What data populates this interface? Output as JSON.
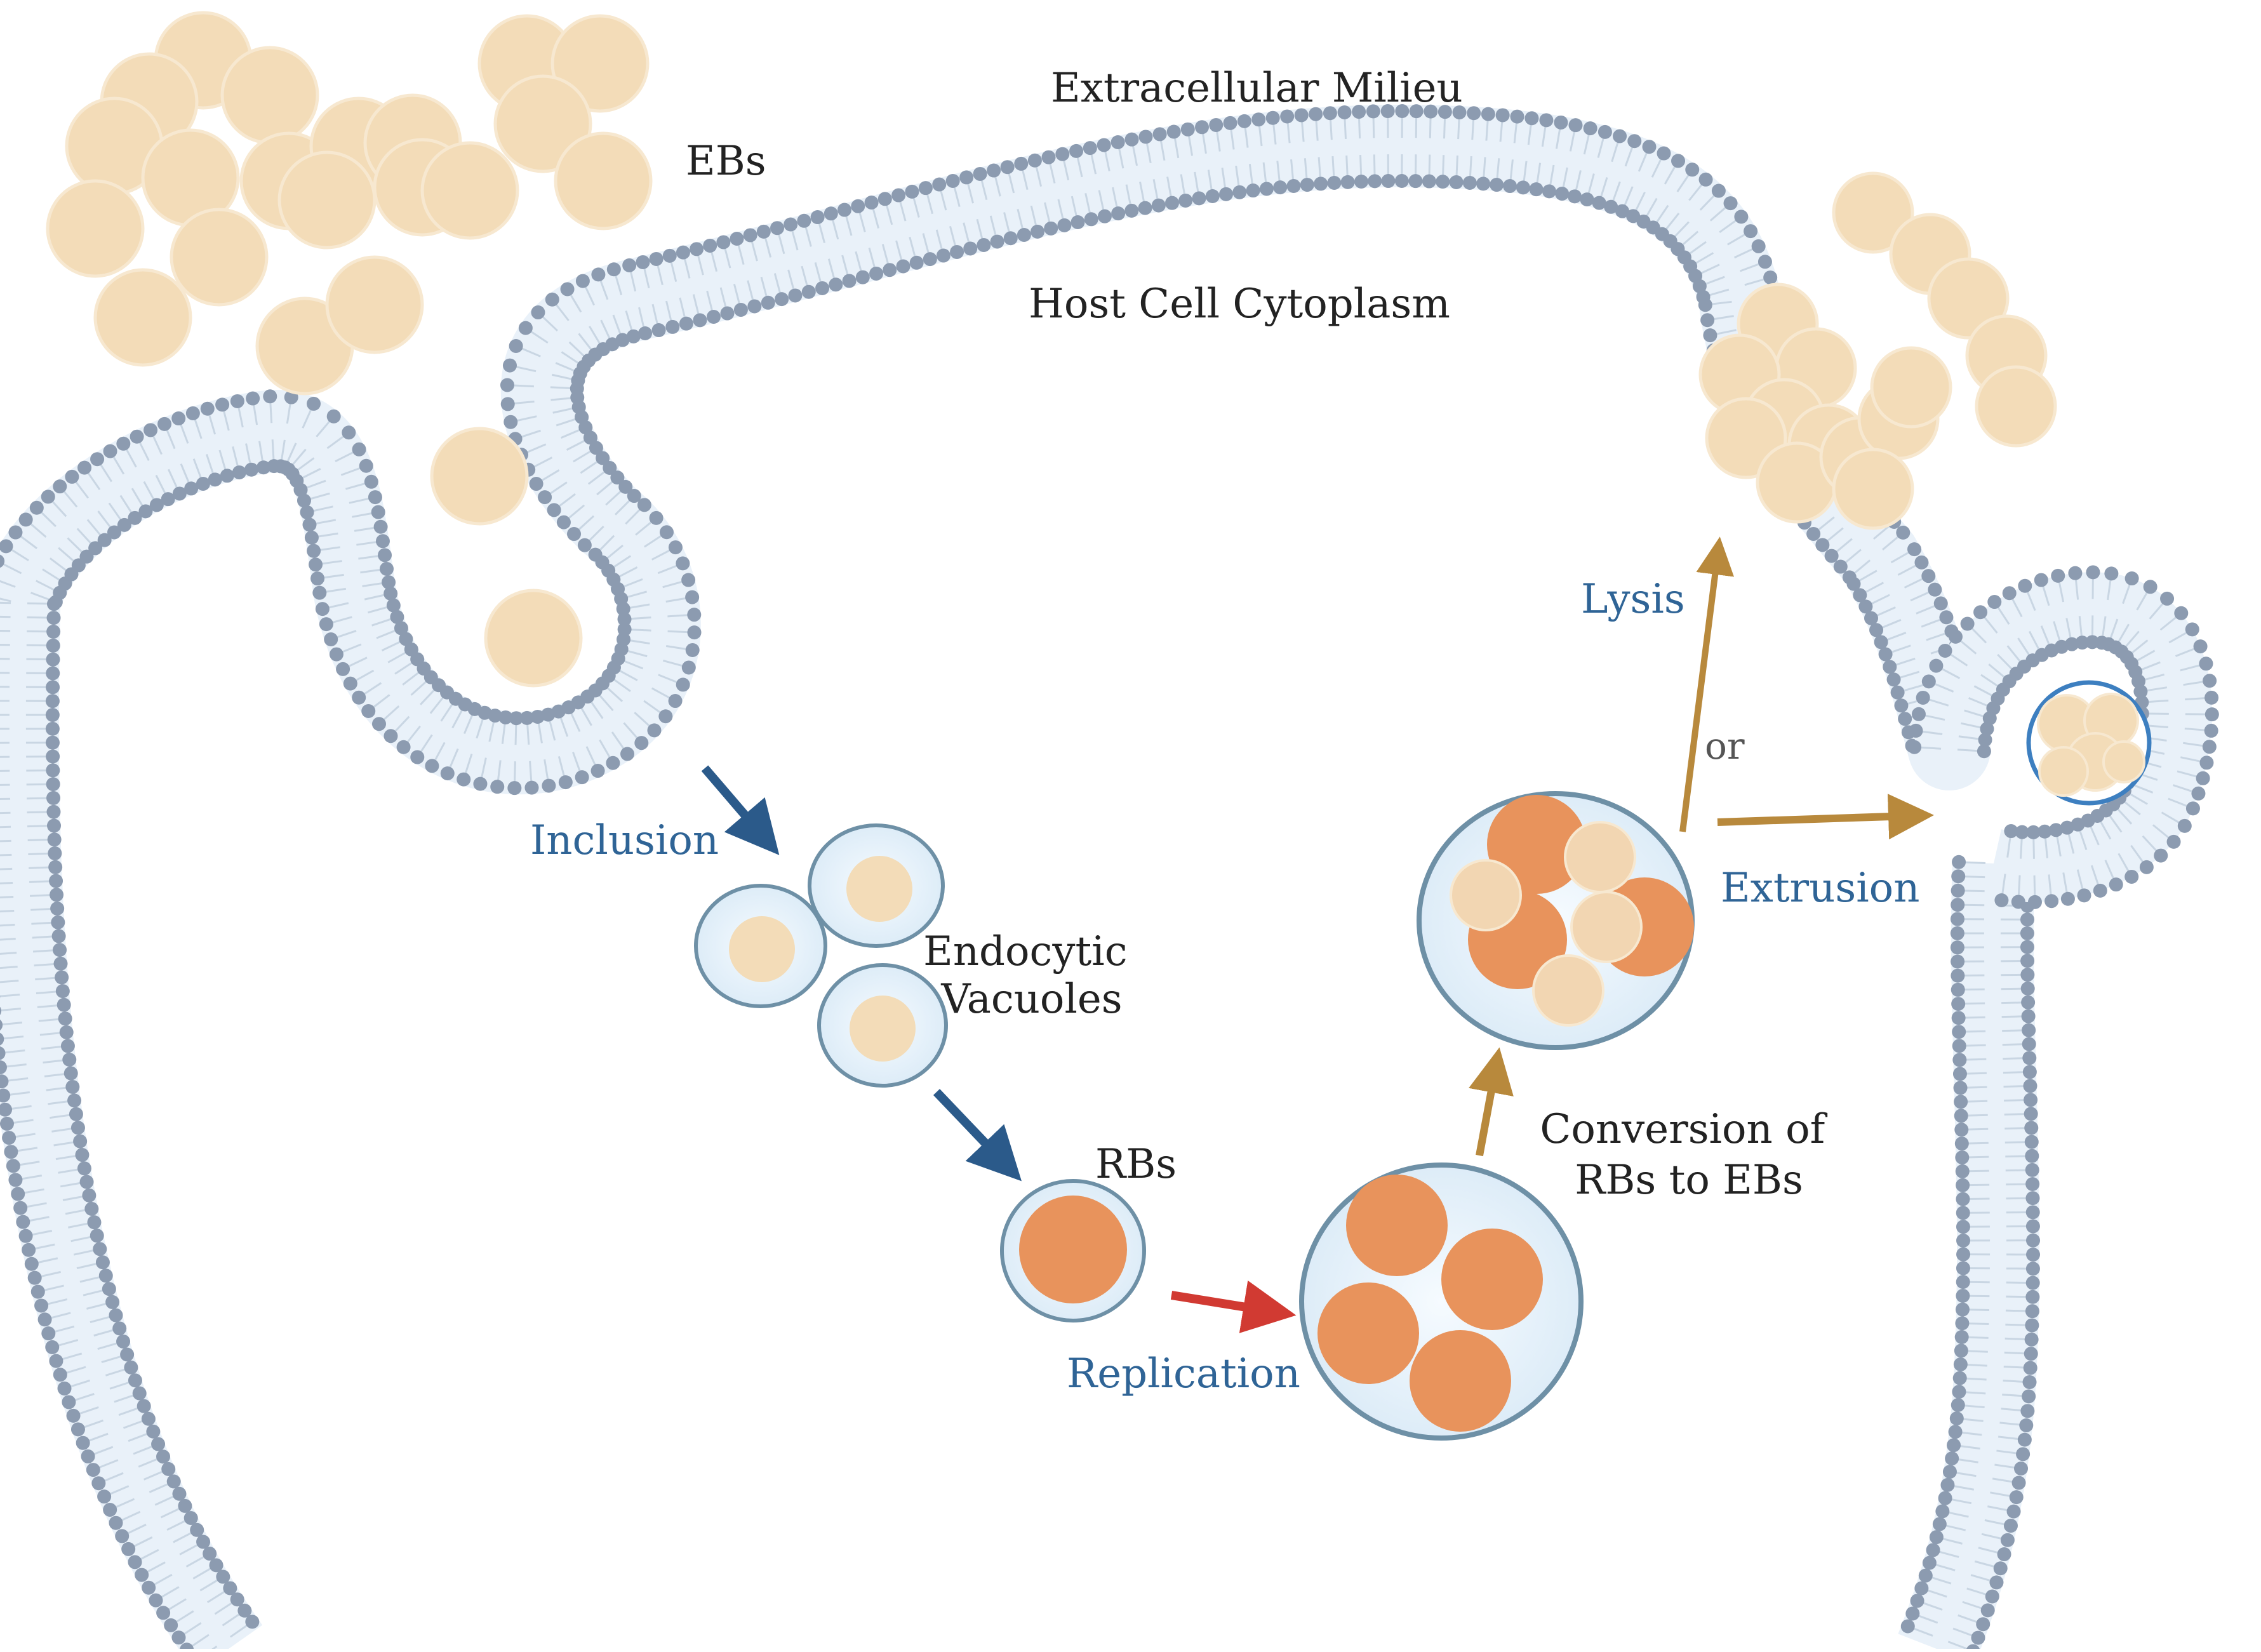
{
  "labels": {
    "extracellular": "Extracellular Milieu",
    "ebs": "EBs",
    "cytoplasm": "Host Cell Cytoplasm",
    "inclusion": "Inclusion",
    "endocytic_line1": "Endocytic",
    "endocytic_line2": "Vacuoles",
    "rbs": "RBs",
    "replication": "Replication",
    "conversion_line1": "Conversion of",
    "conversion_line2": "RBs to EBs",
    "lysis": "Lysis",
    "or": "or",
    "extrusion": "Extrusion"
  },
  "colors": {
    "membrane_head": "#8c9bb0",
    "membrane_tail": "#c9d6e3",
    "membrane_fill": "#e9f1f9",
    "eb": "#f3dcb8",
    "eb_edge": "#f7e8d0",
    "rb": "#e8935c",
    "vacuole_edge": "#6e90a6",
    "vacuole_fill": "#e4f1fa",
    "arrow_blue": "#2b5a8a",
    "arrow_red": "#d13a32",
    "arrow_gold": "#b8893c",
    "step_text": "#2f6496",
    "dark_text": "#222222"
  }
}
